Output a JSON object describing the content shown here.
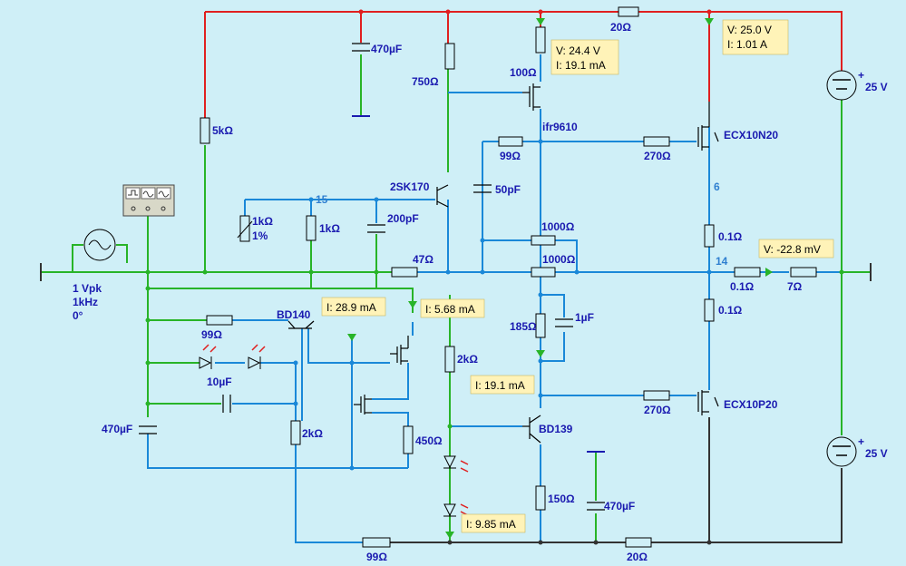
{
  "components": {
    "r_20_top": "20Ω",
    "c_470_top": "470µF",
    "r_750": "750Ω",
    "r_100": "100Ω",
    "q_ifr9610": "ifr9610",
    "r_5k": "5kΩ",
    "r_99_upper": "99Ω",
    "r_270_upper": "270Ω",
    "q_ecx10n20": "ECX10N20",
    "q_2sk170": "2SK170",
    "c_50p": "50pF",
    "r_1k_trim": "1kΩ",
    "r_1k_trim_tol": "1%",
    "r_1k": "1kΩ",
    "c_200p": "200pF",
    "r_1000_a": "1000Ω",
    "r_1000_b": "1000Ω",
    "r_47": "47Ω",
    "r_01_top": "0.1Ω",
    "r_01_out": "0.1Ω",
    "r_7": "7Ω",
    "r_01_bot": "0.1Ω",
    "src_amp": "1 Vpk",
    "src_freq": "1kHz",
    "src_phase": "0°",
    "q_bd140": "BD140",
    "r_99_mid": "99Ω",
    "c_10u": "10µF",
    "c_470_left": "470µF",
    "r_2k_left": "2kΩ",
    "r_450": "450Ω",
    "r_2k_mid": "2kΩ",
    "r_185": "185Ω",
    "c_1u": "1µF",
    "r_270_lower": "270Ω",
    "q_ecx10p20": "ECX10P20",
    "q_bd139": "BD139",
    "r_150": "150Ω",
    "c_470_bot": "470µF",
    "r_99_bot": "99Ω",
    "r_20_bot": "20Ω",
    "v_top": "25 V",
    "v_bot": "25 V"
  },
  "nodes": {
    "n15": "15",
    "n6": "6",
    "n14": "14"
  },
  "probes": {
    "p1_v": "V: 24.4 V",
    "p1_i": "I: 19.1 mA",
    "p2_v": "V: 25.0 V",
    "p2_i": "I: 1.01 A",
    "p3_v": "V: -22.8 mV",
    "p4_i": "I: 28.9 mA",
    "p5_i": "I: 5.68 mA",
    "p6_i": "I: 19.1 mA",
    "p7_i": "I: 9.85 mA"
  },
  "colors": {
    "positive_rail": "#e02020",
    "ground": "#28b428",
    "signal": "#1a88d8",
    "negative_rail": "#333333",
    "label": "#1a1ab0"
  }
}
